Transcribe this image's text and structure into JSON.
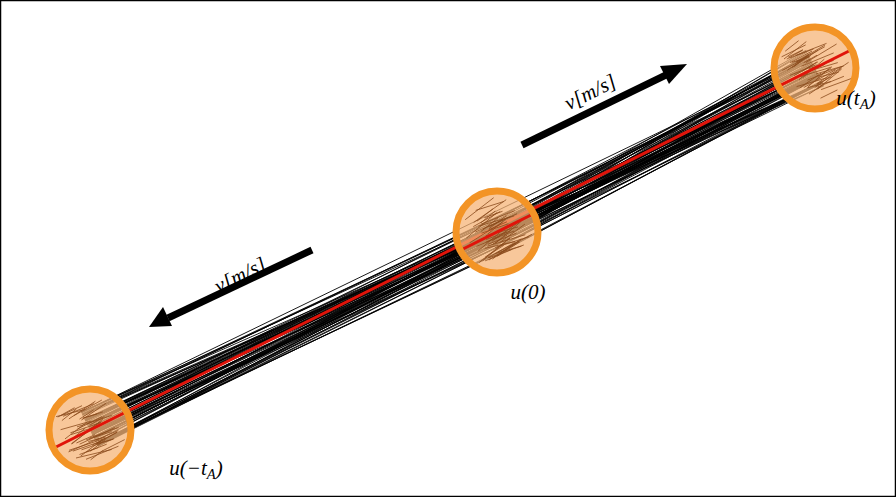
{
  "diagram": {
    "labels": [
      "ν[m/s]",
      "ν[m/s]",
      "u(−tA)",
      "u(0)",
      "u(tA)"
    ]
  }
}
